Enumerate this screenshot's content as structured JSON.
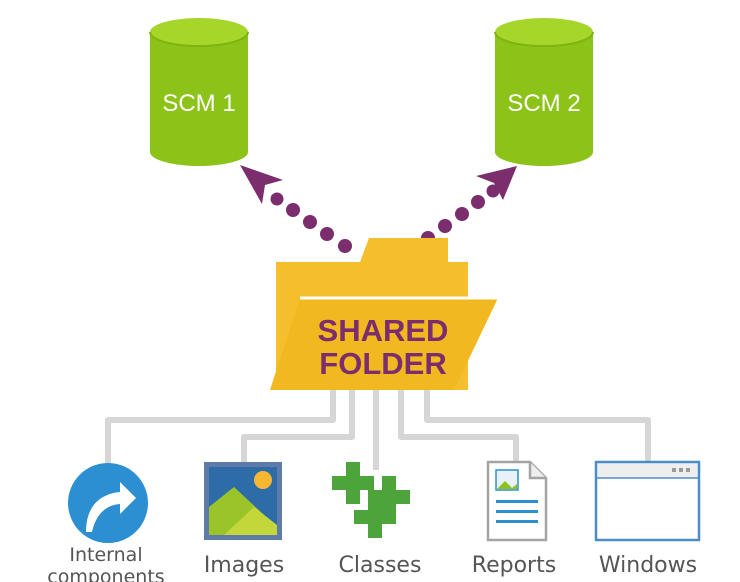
{
  "repositories": [
    {
      "label": "SCM 1"
    },
    {
      "label": "SCM 2"
    }
  ],
  "folder": {
    "line1": "SHARED",
    "line2": "FOLDER"
  },
  "items": [
    {
      "line1": "Internal",
      "line2": "components",
      "icon": "shortcut-arrow-icon"
    },
    {
      "line1": "Images",
      "icon": "image-icon"
    },
    {
      "line1": "Classes",
      "icon": "puzzle-plus-icon"
    },
    {
      "line1": "Reports",
      "icon": "report-document-icon"
    },
    {
      "line1": "Windows",
      "icon": "window-icon"
    }
  ],
  "colors": {
    "database": "#8cc318",
    "database_top": "#a6d62a",
    "arrow": "#7b2d6e",
    "folder_back": "#f5be2d",
    "folder_front": "#f1b81f",
    "connector": "#d6d6d6",
    "label": "#555555"
  }
}
